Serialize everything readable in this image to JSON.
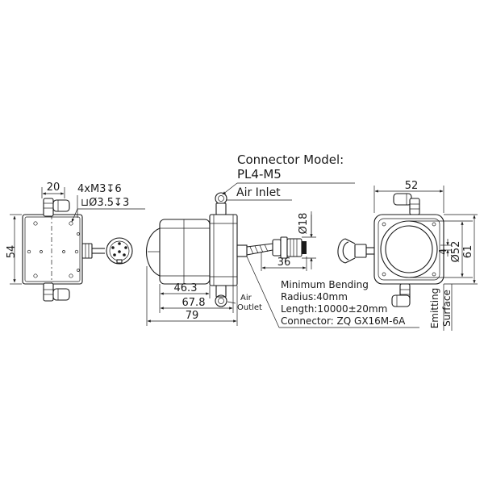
{
  "labels": {
    "connector_model_title": "Connector Model:",
    "connector_model_value": "PL4-M5",
    "air_inlet": "Air Inlet",
    "air_outlet_1": "Air",
    "air_outlet_2": "Outlet",
    "thread_spec": "4xM3↧6",
    "counterbore_spec": "⊔Ø3.5↧3",
    "bending_1": "Minimum Bending",
    "bending_2": "Radius:40mm",
    "length": "Length:10000±20mm",
    "connector": "Connector:  ZQ GX16M-6A",
    "emitting_1": "Emitting",
    "emitting_2": "Surface"
  },
  "dimensions": {
    "d20": "20",
    "d54": "54",
    "d18": "Ø18",
    "d36": "36",
    "d46_3": "46.3",
    "d67_8": "67.8",
    "d79": "79",
    "d52_top": "52",
    "d4": "4",
    "d52_dia": "Ø52",
    "d61": "61"
  }
}
